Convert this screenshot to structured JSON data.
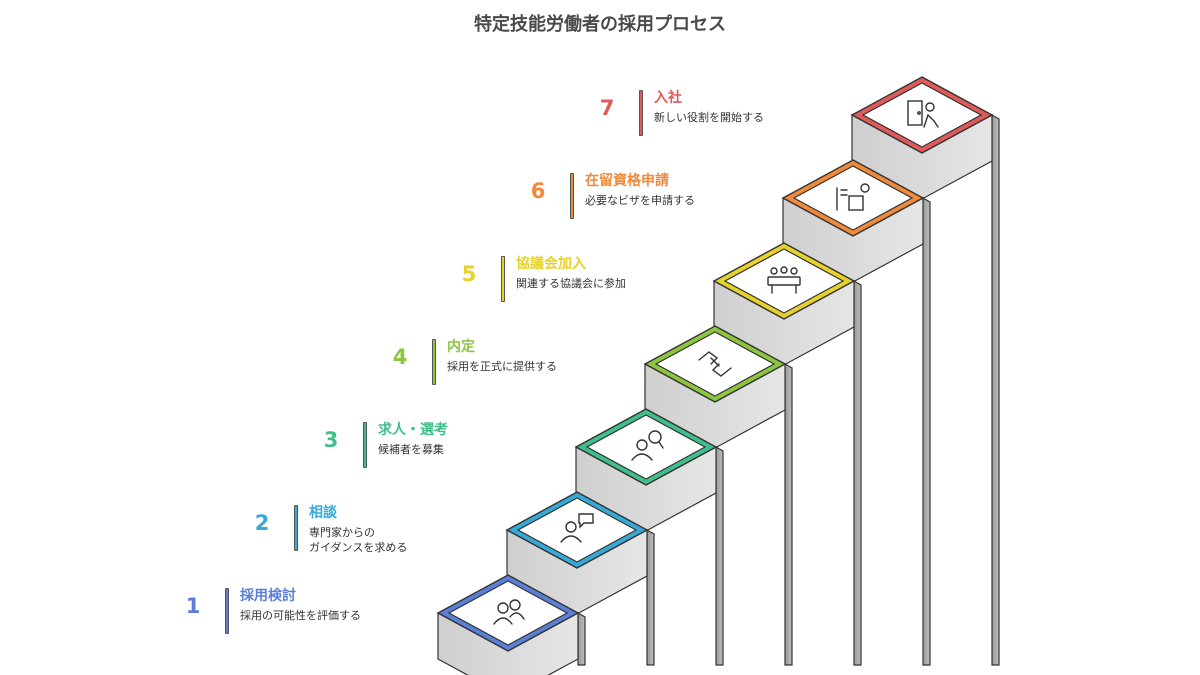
{
  "title": "特定技能労働者の採用プロセス",
  "steps": [
    {
      "number": "1",
      "title": "採用検討",
      "desc": "採用の可能性を評価する",
      "color": "#5b7fd6",
      "icon": "two-people-icon"
    },
    {
      "number": "2",
      "title": "相談",
      "desc": "専門家からの\nガイダンスを求める",
      "color": "#36a9d6",
      "icon": "consultation-speech-icon"
    },
    {
      "number": "3",
      "title": "求人・選考",
      "desc": "候補者を募集",
      "color": "#3fbf8a",
      "icon": "candidate-search-icon"
    },
    {
      "number": "4",
      "title": "内定",
      "desc": "採用を正式に提供する",
      "color": "#8cc63f",
      "icon": "handshake-icon"
    },
    {
      "number": "5",
      "title": "協議会加入",
      "desc": "関連する協議会に参加",
      "color": "#e6d22a",
      "icon": "meeting-table-icon"
    },
    {
      "number": "6",
      "title": "在留資格申請",
      "desc": "必要なビザを申請する",
      "color": "#ef8a3a",
      "icon": "application-desk-icon"
    },
    {
      "number": "7",
      "title": "入社",
      "desc": "新しい役割を開始する",
      "color": "#e05a5a",
      "icon": "entering-door-icon"
    }
  ]
}
